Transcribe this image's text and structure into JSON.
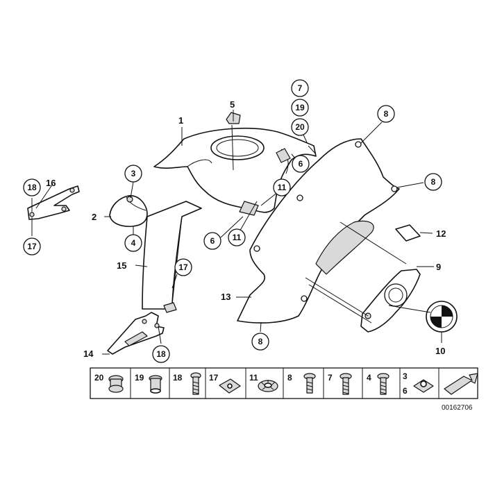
{
  "callouts": {
    "c1": "1",
    "c2": "2",
    "c3": "3",
    "c4": "4",
    "c5": "5",
    "c6a": "6",
    "c6b": "6",
    "c7": "7",
    "c8a": "8",
    "c8b": "8",
    "c8c": "8",
    "c9": "9",
    "c10": "10",
    "c11a": "11",
    "c11b": "11",
    "c12": "12",
    "c13": "13",
    "c14": "14",
    "c15": "15",
    "c16": "16",
    "c17a": "17",
    "c17b": "17",
    "c18a": "18",
    "c18b": "18",
    "c19": "19",
    "c20": "20"
  },
  "hardware_strip": {
    "items": [
      "20",
      "19",
      "18",
      "17",
      "11",
      "8",
      "7",
      "4",
      "3",
      "6"
    ]
  },
  "reference_number": "00162706"
}
